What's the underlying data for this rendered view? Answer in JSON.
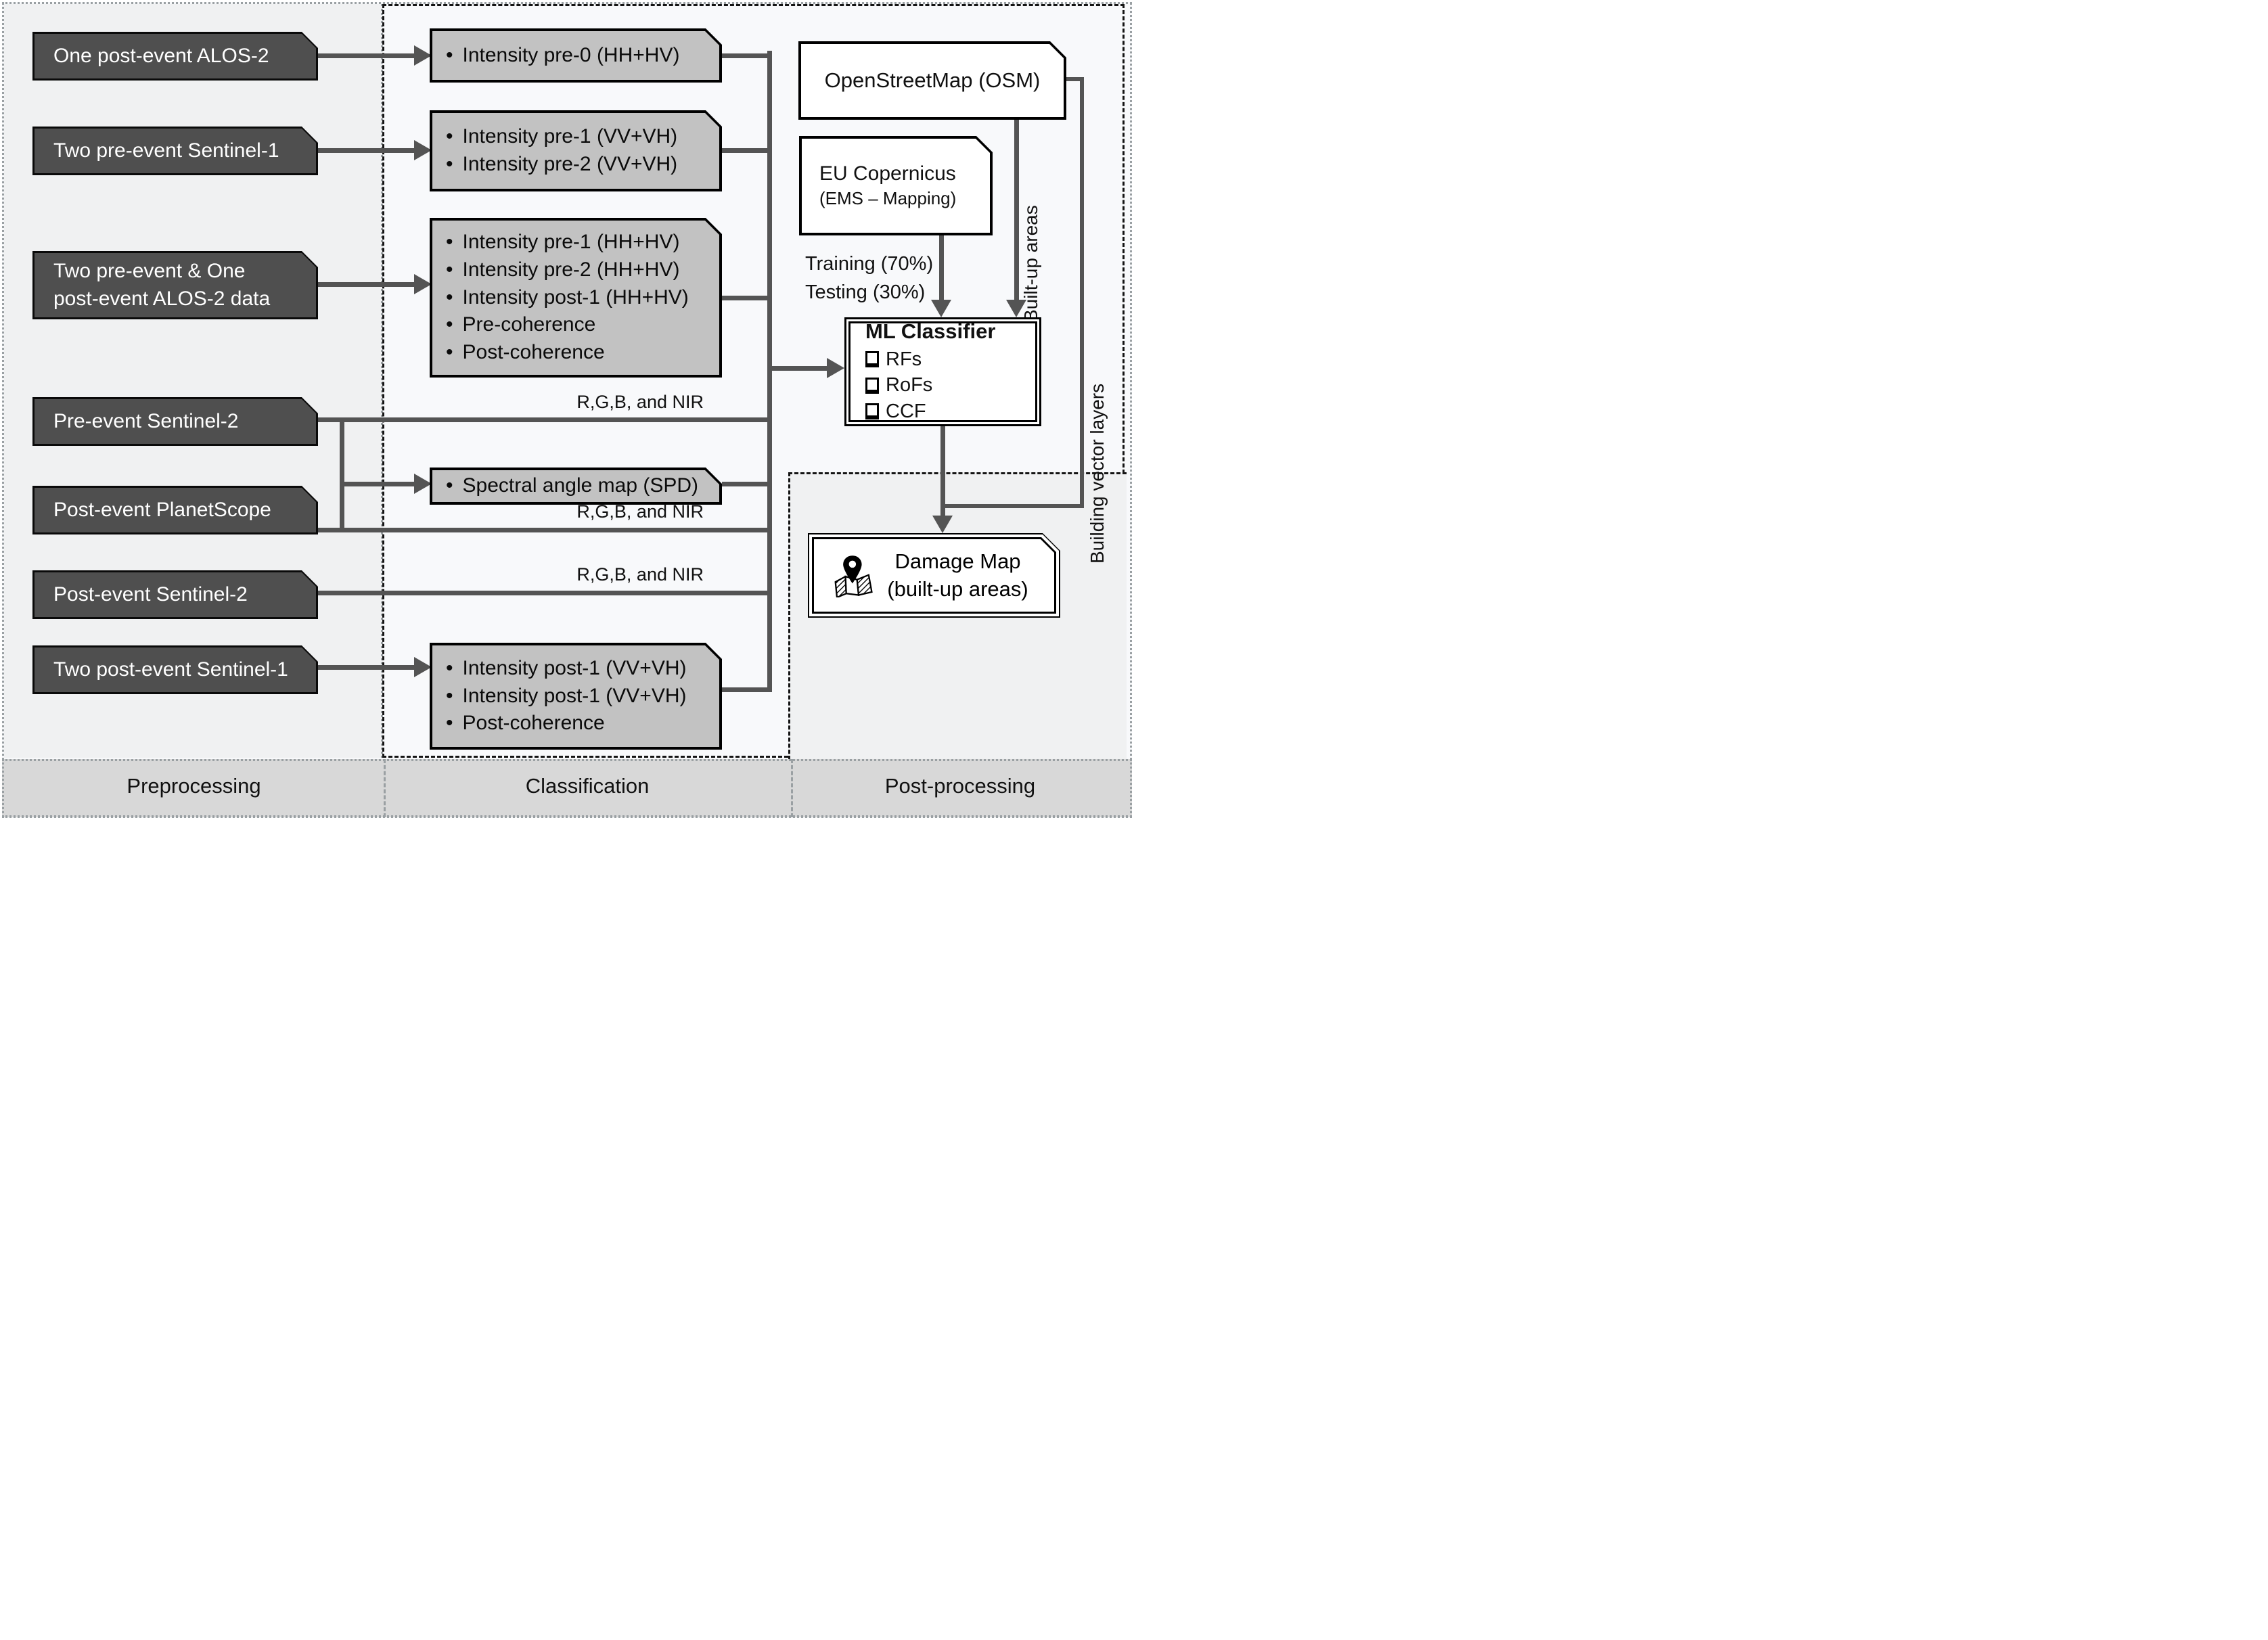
{
  "sections": {
    "preprocessing": "Preprocessing",
    "classification": "Classification",
    "postprocessing": "Post-processing"
  },
  "sources": [
    {
      "label": "One post-event ALOS-2"
    },
    {
      "label": "Two pre-event Sentinel-1"
    },
    {
      "label_line1": "Two pre-event & One",
      "label_line2": "post-event ALOS-2 data"
    },
    {
      "label": "Pre-event Sentinel-2"
    },
    {
      "label": "Post-event PlanetScope"
    },
    {
      "label": "Post-event Sentinel-2"
    },
    {
      "label": "Two post-event Sentinel-1"
    }
  ],
  "features": {
    "box1": {
      "items": [
        "Intensity pre-0 (HH+HV)"
      ]
    },
    "box2": {
      "items": [
        "Intensity pre-1 (VV+VH)",
        "Intensity pre-2 (VV+VH)"
      ]
    },
    "box3": {
      "items": [
        "Intensity pre-1 (HH+HV)",
        "Intensity pre-2 (HH+HV)",
        "Intensity post-1 (HH+HV)",
        "Pre-coherence",
        "Post-coherence"
      ]
    },
    "spd": {
      "items": [
        "Spectral angle map (SPD)"
      ]
    },
    "box5": {
      "items": [
        "Intensity post-1 (VV+VH)",
        "Intensity post-1 (VV+VH)",
        "Post-coherence"
      ]
    }
  },
  "band_labels": {
    "label1": "R,G,B, and NIR",
    "label2": "R,G,B, and NIR",
    "label3": "R,G,B, and NIR"
  },
  "reference": {
    "osm": "OpenStreetMap (OSM)",
    "eu_line1": "EU Copernicus",
    "eu_line2": "(EMS – Mapping)",
    "training": "Training (70%)",
    "testing": "Testing (30%)",
    "built_up": "Built-up areas",
    "building_vectors": "Building vector layers"
  },
  "classifier": {
    "title": "ML Classifier",
    "options": [
      "RFs",
      "RoFs",
      "CCF"
    ]
  },
  "output": {
    "line1": "Damage Map",
    "line2": "(built-up areas)"
  },
  "colors": {
    "source_box": "#4f4f4f",
    "feature_box": "#c2c2c2",
    "line": "#545454",
    "panel_gray": "#f0f1f2",
    "bar_gray": "#d8d8d8"
  }
}
